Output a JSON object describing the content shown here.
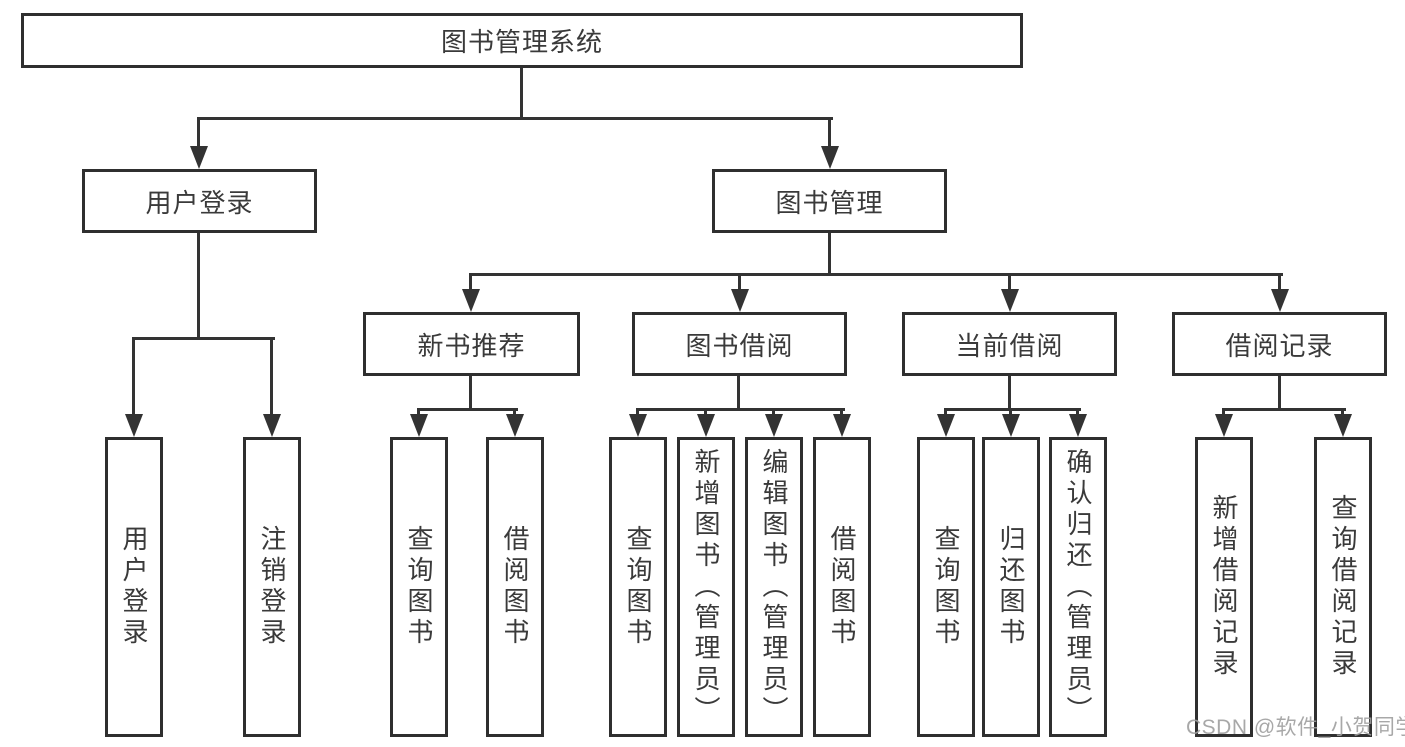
{
  "diagram": {
    "type": "hierarchy-tree",
    "tree": {
      "root": {
        "label": "图书管理系统",
        "children": [
          {
            "label": "用户登录",
            "children": [
              {
                "label": "用户登录"
              },
              {
                "label": "注销登录"
              }
            ]
          },
          {
            "label": "图书管理",
            "children": [
              {
                "label": "新书推荐",
                "children": [
                  {
                    "label": "查询图书"
                  },
                  {
                    "label": "借阅图书"
                  }
                ]
              },
              {
                "label": "图书借阅",
                "children": [
                  {
                    "label": "查询图书"
                  },
                  {
                    "label": "新增图书（管理员）"
                  },
                  {
                    "label": "编辑图书（管理员）"
                  },
                  {
                    "label": "借阅图书"
                  }
                ]
              },
              {
                "label": "当前借阅",
                "children": [
                  {
                    "label": "查询图书"
                  },
                  {
                    "label": "归还图书"
                  },
                  {
                    "label": "确认归还（管理员）"
                  }
                ]
              },
              {
                "label": "借阅记录",
                "children": [
                  {
                    "label": "新增借阅记录"
                  },
                  {
                    "label": "查询借阅记录"
                  }
                ]
              }
            ]
          }
        ]
      }
    },
    "colors": {
      "background": "#ffffff",
      "box_border": "#2f2f2f",
      "connector_line": "#333333",
      "text": "#3a3a3a",
      "watermark_text": "#9e9e9e"
    }
  },
  "watermark": {
    "text": "CSDN @软件_小贺同学"
  }
}
